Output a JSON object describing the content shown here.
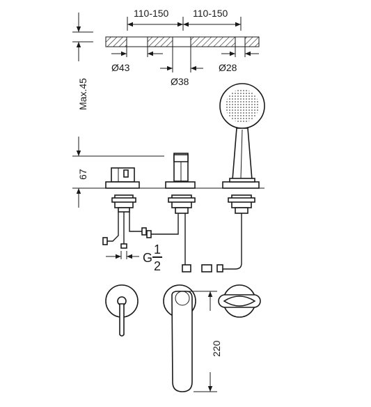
{
  "diagram": {
    "labels": {
      "span_left": "110-150",
      "span_right": "110-150",
      "dia_left": "Ø43",
      "dia_center": "Ø38",
      "dia_right": "Ø28",
      "deck_max": "Max.45",
      "height_spout": "67",
      "thread_prefix": "G",
      "thread_num": "1",
      "thread_den": "2",
      "projection": "220"
    },
    "colors": {
      "line": "#1a1a1a",
      "background": "#ffffff"
    }
  }
}
